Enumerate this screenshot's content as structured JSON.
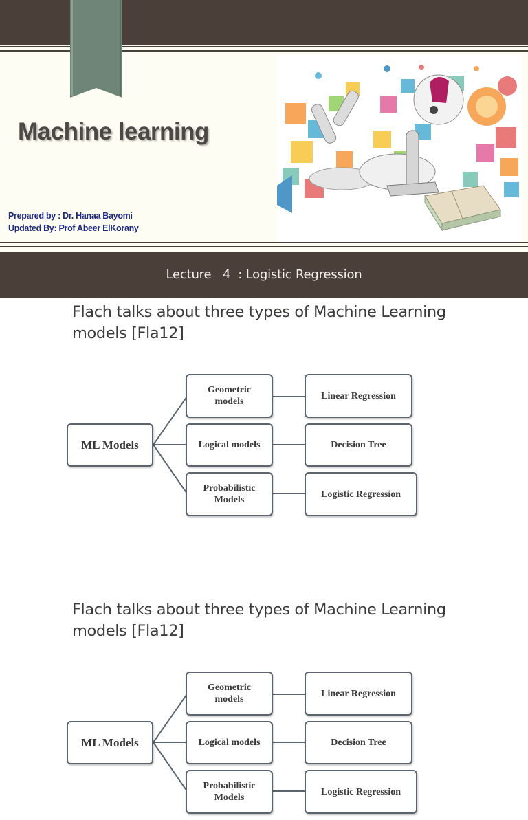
{
  "cover": {
    "title": "Machine learning",
    "prepared_by": "Prepared by : Dr. Hanaa Bayomi",
    "updated_by": "Updated By: Prof Abeer ElKorany",
    "lecture": "Lecture   4  : Logistic Regression",
    "colors": {
      "band": "#4b3f39",
      "ribbon": "#6e8577",
      "title": "#4d4846",
      "credit": "#1f2a82"
    }
  },
  "slides": [
    {
      "heading": "Flach talks about three types of Machine Learning models [Fla12]",
      "diagram": {
        "root": "ML Models",
        "branches": [
          {
            "category": [
              "Geometric",
              "models"
            ],
            "example": "Linear Regression"
          },
          {
            "category": [
              "Logical models"
            ],
            "example": "Decision Tree"
          },
          {
            "category": [
              "Probabilistic",
              "Models"
            ],
            "example": "Logistic Regression"
          }
        ]
      }
    },
    {
      "heading": "Flach talks about three types of Machine Learning models [Fla12]",
      "diagram": {
        "root": "ML Models",
        "branches": [
          {
            "category": [
              "Geometric",
              "models"
            ],
            "example": "Linear Regression"
          },
          {
            "category": [
              "Logical models"
            ],
            "example": "Decision Tree"
          },
          {
            "category": [
              "Probabilistic",
              "Models"
            ],
            "example": "Logistic Regression"
          }
        ]
      }
    }
  ]
}
